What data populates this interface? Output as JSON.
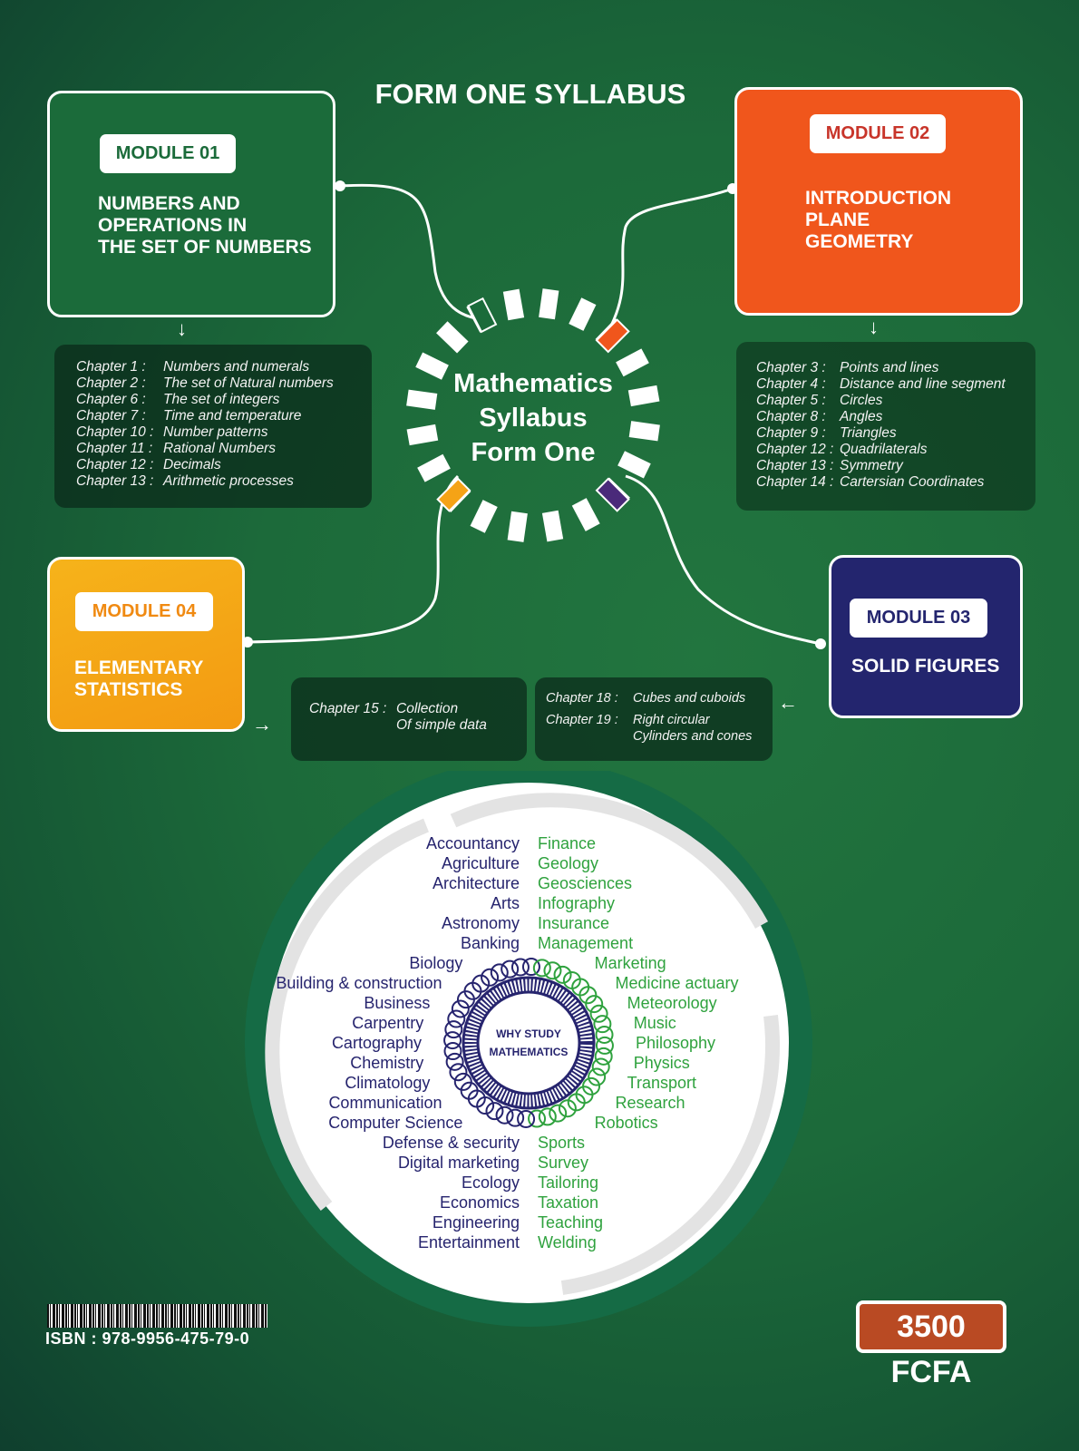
{
  "title": "FORM ONE SYLLABUS",
  "center": {
    "lines": [
      "Mathematics",
      "Syllabus",
      "Form One"
    ]
  },
  "modules": [
    {
      "badge": "MODULE 01",
      "name": "NUMBERS AND\n OPERATIONS IN\nTHE SET OF NUMBERS",
      "color": "#1b6b3a",
      "chapters": [
        [
          "Chapter 1 :",
          "Numbers and numerals"
        ],
        [
          "Chapter 2 :",
          "The set of Natural numbers"
        ],
        [
          "Chapter 6 :",
          "The set of integers"
        ],
        [
          "Chapter 7 :",
          "Time and temperature"
        ],
        [
          "Chapter 10 :",
          "Number patterns"
        ],
        [
          "Chapter 11 :",
          "Rational Numbers"
        ],
        [
          "Chapter 12 :",
          "Decimals"
        ],
        [
          "Chapter 13 :",
          "Arithmetic processes"
        ]
      ]
    },
    {
      "badge": "MODULE 02",
      "name": "INTRODUCTION\nPLANE\nGEOMETRY",
      "color": "#f0561c",
      "chapters": [
        [
          "Chapter 3 :",
          "Points  and lines"
        ],
        [
          "Chapter 4 :",
          "Distance and line segment"
        ],
        [
          "Chapter 5 :",
          "Circles"
        ],
        [
          "Chapter 8 :",
          "Angles"
        ],
        [
          "Chapter 9 :",
          "Triangles"
        ],
        [
          "Chapter 12 :",
          "Quadrilaterals"
        ],
        [
          "Chapter 13 :",
          "Symmetry"
        ],
        [
          "Chapter 14 :",
          "Cartersian Coordinates"
        ]
      ]
    },
    {
      "badge": "MODULE 03",
      "name": "SOLID FIGURES",
      "color": "#23256e",
      "chapters": [
        [
          "Chapter 18 :",
          "Cubes and cuboids"
        ],
        [
          "Chapter 19 :",
          "Right circular\nCylinders and cones"
        ]
      ]
    },
    {
      "badge": "MODULE 04",
      "name": "ELEMENTARY\nSTATISTICS",
      "color": "#f5a316",
      "chapters": [
        [
          "Chapter 15 :",
          "Collection\nOf simple data"
        ]
      ]
    }
  ],
  "wheel": {
    "center_lines": [
      "WHY STUDY",
      "MATHEMATICS"
    ],
    "careers_navy": [
      "Accountancy",
      "Agriculture",
      "Architecture",
      "Arts",
      "Astronomy",
      "Banking",
      "Biology",
      "Building & construction",
      "Business",
      "Carpentry",
      "Cartography",
      "Chemistry",
      "Climatology",
      "Communication",
      "Computer Science",
      "Defense & security",
      "Digital marketing",
      "Ecology",
      "Economics",
      "Engineering",
      "Entertainment"
    ],
    "careers_green": [
      "Finance",
      "Geology",
      "Geosciences",
      "Infography",
      "Insurance",
      "Management",
      "Marketing",
      "Medicine actuary",
      "Meteorology",
      "Music",
      "Philosophy",
      "Physics",
      "Transport",
      "Research",
      "Robotics",
      "Sports",
      "Survey",
      "Tailoring",
      "Taxation",
      "Teaching",
      "Welding"
    ],
    "navy": "#26246e",
    "green": "#2fa23e"
  },
  "isbn": "ISBN : 978-9956-475-79-0",
  "price": "3500 FCFA"
}
